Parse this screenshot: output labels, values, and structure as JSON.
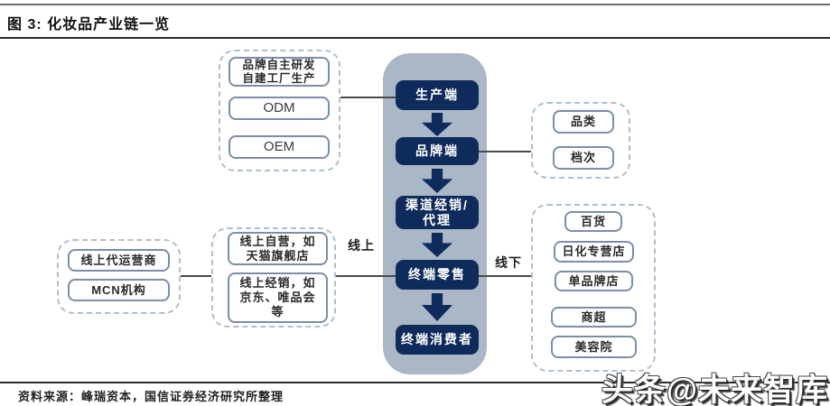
{
  "figure": {
    "title": "图 3: 化妆品产业链一览",
    "source": "资料来源：峰瑞资本，国信证券经济研究所整理",
    "watermark": "头条@未来智库"
  },
  "labels": {
    "online": "线上",
    "offline": "线下"
  },
  "chain": {
    "stages": [
      {
        "label": "生产端"
      },
      {
        "label": "品牌端"
      },
      {
        "label": "渠道经销/\n代理"
      },
      {
        "label": "终端零售"
      },
      {
        "label": "终端消费者"
      }
    ]
  },
  "groups": {
    "production": {
      "items": [
        "品牌自主研发\n自建工厂生产",
        "ODM",
        "OEM"
      ]
    },
    "brand_dimensions": {
      "items": [
        "品类",
        "档次"
      ]
    },
    "online_operators": {
      "items": [
        "线上代运营商",
        "MCN机构"
      ]
    },
    "online_retail": {
      "items": [
        "线上自营，如\n天猫旗舰店",
        "线上经销，如\n京东、唯品会\n等"
      ]
    },
    "offline_retail": {
      "items": [
        "百货",
        "日化专营店",
        "单品牌店",
        "商超",
        "美容院"
      ]
    }
  },
  "colors": {
    "stage_fill": "#0f2b5b",
    "spine_fill": "#a9b7c7",
    "box_border": "#7b8ea8",
    "dashed_border": "#aebfd0",
    "connector": "#4a4a4a"
  }
}
